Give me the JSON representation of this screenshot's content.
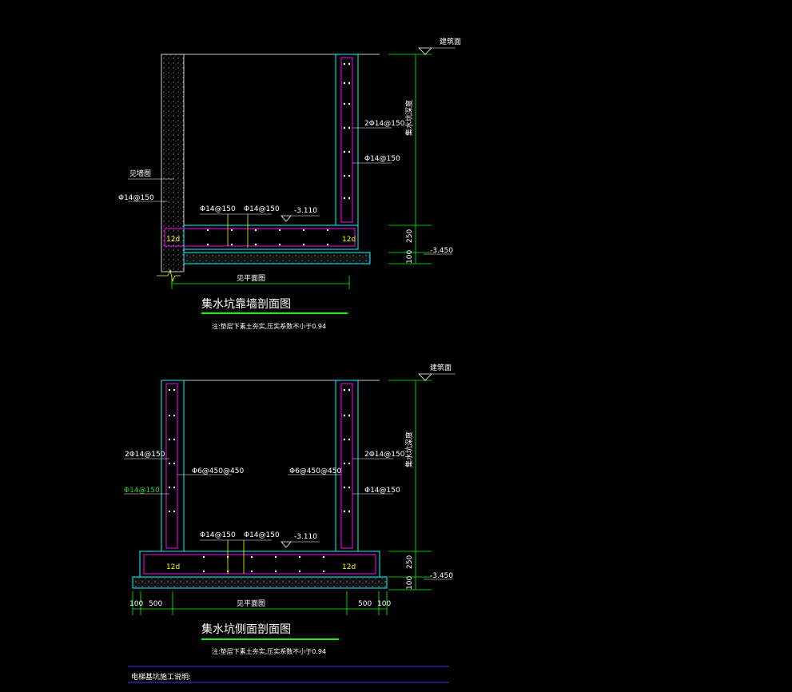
{
  "section1": {
    "title": "集水坑靠墙剖面图",
    "note": "注:垫层下素土夯实,压实系数不小于0.94",
    "top_mark": "建筑面",
    "depth_label": "集水坑深度",
    "wall_label": "见墙图",
    "left_bar": "Φ14@150",
    "right_bar_top": "2Φ14@150",
    "right_bar_mid": "Φ14@150",
    "bottom_bar1": "Φ14@150",
    "bottom_bar2": "Φ14@150",
    "level_bottom": "-3.110",
    "level_base": "-3.450",
    "dim_250": "250",
    "dim_100": "100",
    "anchor_12d_left": "12d",
    "anchor_12d_right": "12d",
    "plan_ref": "见平面图"
  },
  "section2": {
    "title": "集水坑侧面剖面图",
    "note": "注:垫层下素土夯实,压实系数不小于0.94",
    "top_mark": "建筑面",
    "depth_label": "集水坑深度",
    "left_bar_top": "2Φ14@150",
    "left_bar_mid": "Φ14@150",
    "left_tie": "Φ6@450@450",
    "right_tie": "Φ6@450@450",
    "right_bar_top": "2Φ14@150",
    "right_bar_mid": "Φ14@150",
    "bottom_bar1": "Φ14@150",
    "bottom_bar2": "Φ14@150",
    "level_bottom": "-3.110",
    "level_base": "-3.450",
    "dim_250": "250",
    "dim_100": "100",
    "anchor_12d_left": "12d",
    "anchor_12d_right": "12d",
    "dim_left_100": "100",
    "dim_left_500": "500",
    "plan_ref": "见平面图",
    "dim_right_500": "500",
    "dim_right_100": "100"
  },
  "footer": {
    "heading": "电梯基坑施工说明:"
  },
  "colors": {
    "background": "#000000",
    "concrete": "#00ffff",
    "rebar": "#ff00ff",
    "dimension": "#00ff00",
    "text": "#ffffff",
    "title_underline": "#00ff00",
    "leader": "#ffff00"
  }
}
